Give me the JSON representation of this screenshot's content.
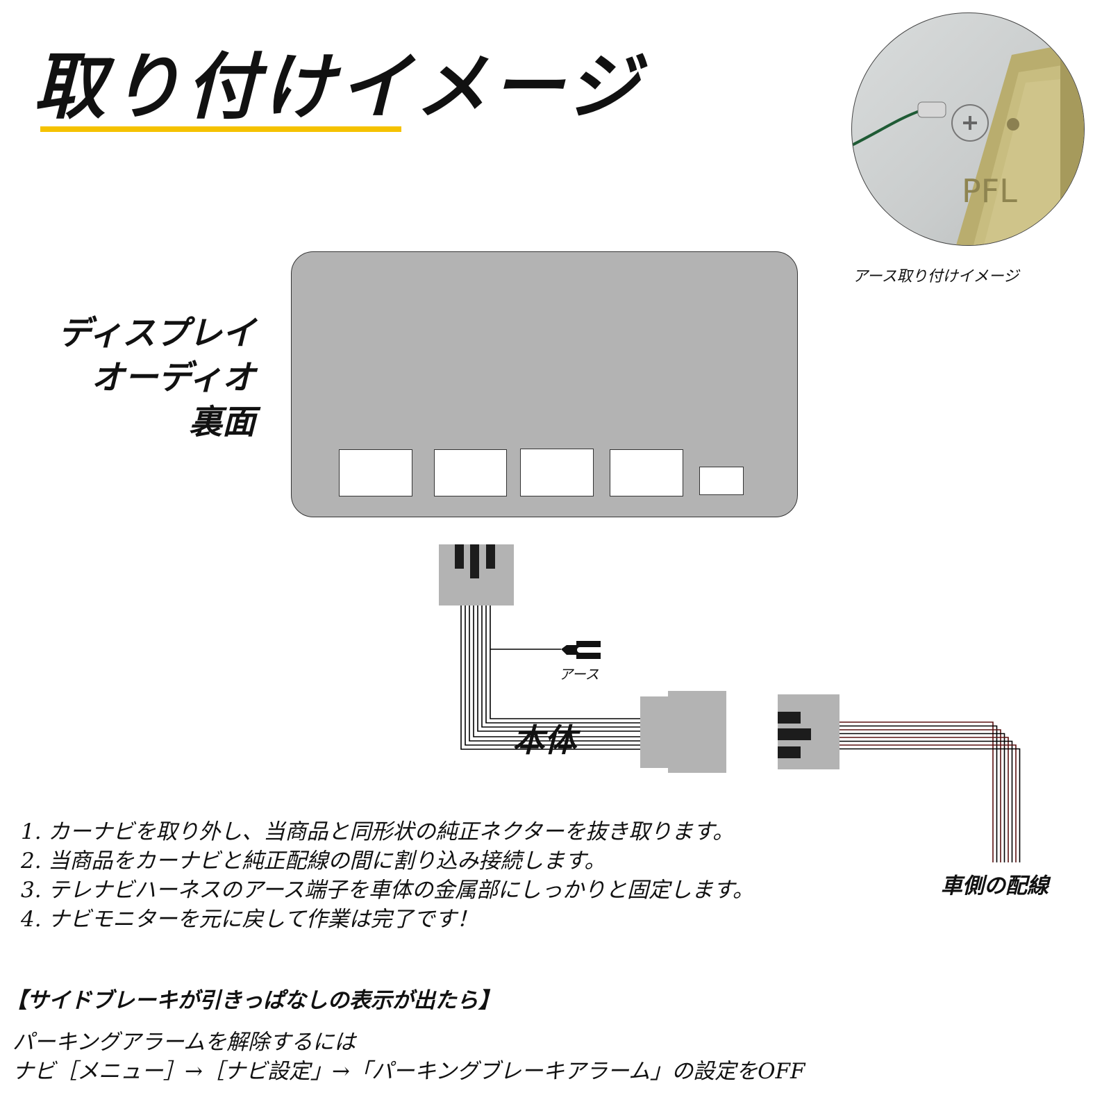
{
  "title": "取り付けイメージ",
  "accent_color": "#f5c200",
  "photo": {
    "caption": "アース取り付けイメージ",
    "engraving": "PFL"
  },
  "side_label": [
    "ディスプレイ",
    "オーディオ",
    "裏面"
  ],
  "diagram": {
    "ground_label": "アース",
    "unit_label": "本体",
    "vehicle_label": "車側の配線"
  },
  "steps": [
    "1. カーナビを取り外し、当商品と同形状の純正ネクターを抜き取ります。",
    "2. 当商品をカーナビと純正配線の間に割り込み接続します。",
    "3. テレナビハーネスのアース端子を車体の金属部にしっかりと固定します。",
    "4. ナビモニターを元に戻して作業は完了です！"
  ],
  "note": {
    "heading": "【サイドブレーキが引きっぱなしの表示が出たら】",
    "line1": "パーキングアラームを解除するには",
    "line2": "ナビ［メニュー］→［ナビ設定」→「パーキングブレーキアラーム」の設定をOFF"
  }
}
